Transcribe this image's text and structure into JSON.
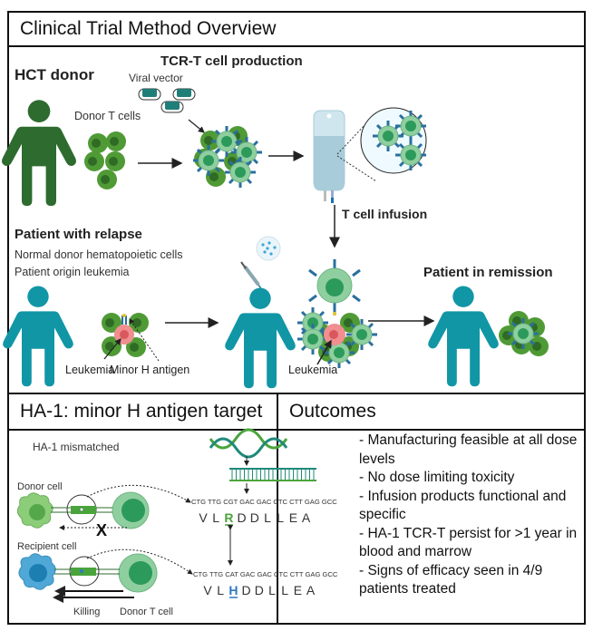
{
  "panels": {
    "overview": {
      "title": "Clinical Trial Method Overview",
      "labels": {
        "hct_donor": "HCT donor",
        "tcr_production": "TCR-T cell production",
        "viral_vector": "Viral vector",
        "donor_t_cells": "Donor T cells",
        "t_cell_infusion": "T cell infusion",
        "patient_relapse": "Patient with relapse",
        "normal_donor": "Normal donor hematopoietic cells",
        "patient_origin": "Patient origin leukemia",
        "leukemia_1": "Leukemia",
        "minor_h_antigen": "Minor H antigen",
        "leukemia_2": "Leukemia",
        "patient_remission": "Patient in remission"
      }
    },
    "ha1": {
      "title": "HA-1: minor H antigen target",
      "labels": {
        "mismatched": "HA-1 mismatched",
        "donor_cell": "Donor cell",
        "recipient_cell": "Recipient cell",
        "killing": "Killing",
        "donor_t_cell": "Donor T cell",
        "codons_donor": "CTG TTG CGT GAC GAC CTC CTT GAG GCC",
        "codons_recipient": "CTG TTG CAT GAC GAC CTC CTT GAG GCC",
        "aa_donor": [
          "V",
          "L",
          "R",
          "D",
          "D",
          "L",
          "L",
          "E",
          "A"
        ],
        "aa_recipient": [
          "V",
          "L",
          "H",
          "D",
          "D",
          "L",
          "L",
          "E",
          "A"
        ],
        "no_kill_mark": "X"
      }
    },
    "outcomes": {
      "title": "Outcomes",
      "items": [
        "- Manufacturing feasible at all dose levels",
        "- No dose limiting toxicity",
        "- Infusion products functional and specific",
        "- HA-1 TCR-T persist for >1 year in blood and marrow",
        "- Signs of efficacy seen in 4/9 patients treated"
      ]
    }
  },
  "colors": {
    "donor_green": "#2e6b2f",
    "cell_green": "#4f9a35",
    "tcell_light": "#8fcf9f",
    "tcell_core": "#2c9a5a",
    "patient_teal": "#1196a6",
    "leukemia_pink": "#f08e90",
    "receptor_blue": "#2a6f9f",
    "variant_green": "#4aa43c",
    "variant_blue": "#2f78c4",
    "recipient_blue": "#3e9bc9"
  }
}
